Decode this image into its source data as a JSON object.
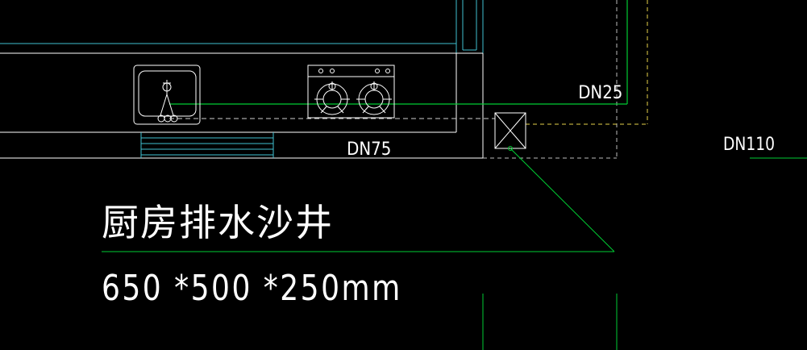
{
  "colors": {
    "background": "#000000",
    "wall": "#ffffff",
    "wall_dim": "#c8c8c8",
    "water_supply": "#00cc33",
    "drain_dashed": "#cfcfcf",
    "gas_dashed": "#e6d24a",
    "cyan_wall": "#40c0d0",
    "fixture": "#ffffff"
  },
  "labels": {
    "pipe_dn25": "DN25",
    "pipe_dn75": "DN75",
    "pipe_dn110": "DN110"
  },
  "annotation": {
    "title": "厨房排水沙井",
    "dimensions": "650 *500 *250mm"
  },
  "symbols": {
    "sink": "sink-icon",
    "stove": "gas-stove-icon",
    "sand_well": "sand-well-icon"
  }
}
